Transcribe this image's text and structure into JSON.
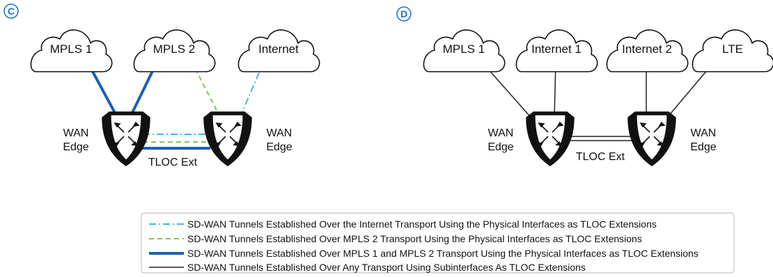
{
  "colors": {
    "internet_tunnel": "#3fb6e4",
    "mpls2_tunnel": "#7ec850",
    "mpls_both_tunnel": "#1a5fb4",
    "subinterface_tunnel": "#222222",
    "badge": "#1a73c8"
  },
  "panel_c": {
    "badge": "C",
    "clouds": [
      "MPLS 1",
      "MPLS 2",
      "Internet"
    ],
    "left_edge": {
      "line1": "WAN",
      "line2": "Edge"
    },
    "right_edge": {
      "line1": "WAN",
      "line2": "Edge"
    },
    "tloc_label": "TLOC Ext"
  },
  "panel_d": {
    "badge": "D",
    "clouds": [
      "MPLS 1",
      "Internet 1",
      "Internet 2",
      "LTE"
    ],
    "left_edge": {
      "line1": "WAN",
      "line2": "Edge"
    },
    "right_edge": {
      "line1": "WAN",
      "line2": "Edge"
    },
    "tloc_label": "TLOC Ext"
  },
  "legend": {
    "items": [
      {
        "style": "dash-dot",
        "color_key": "internet_tunnel",
        "text": "SD-WAN Tunnels Established Over the Internet Transport Using the Physical Interfaces as TLOC Extensions"
      },
      {
        "style": "dashed",
        "color_key": "mpls2_tunnel",
        "text": "SD-WAN Tunnels Established Over MPLS 2 Transport Using the Physical Interfaces as TLOC Extensions"
      },
      {
        "style": "thick",
        "color_key": "mpls_both_tunnel",
        "text": "SD-WAN Tunnels Established Over MPLS 1 and MPLS 2 Transport Using the Physical Interfaces as TLOC Extensions"
      },
      {
        "style": "thin",
        "color_key": "subinterface_tunnel",
        "text": "SD-WAN Tunnels Established Over Any Transport Using Subinterfaces As TLOC Extensions"
      }
    ]
  }
}
